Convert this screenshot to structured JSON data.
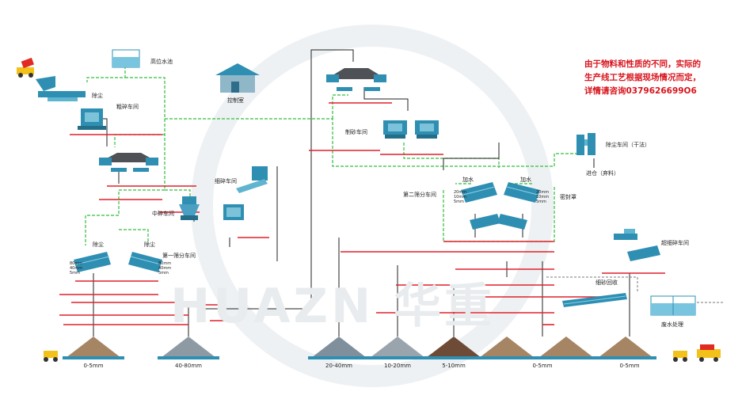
{
  "note": {
    "line1": "由于物料和性质的不同，实际的",
    "line2": "生产线工艺根据现场情况而定，",
    "line3": "详情请咨询0379626699O6"
  },
  "labels": {
    "high_tank": "高位水池",
    "control_room": "控制室",
    "coarse_workshop": "粗碎车间",
    "dust1": "除尘",
    "medium_workshop": "中碎车间",
    "fine_workshop": "细碎车间",
    "dust2": "除尘",
    "dust3": "除尘",
    "screen1_workshop": "第一筛分车间",
    "sand_workshop": "制砂车间",
    "screen2_workshop": "第二筛分车间",
    "add_water1": "加水",
    "add_water2": "加水",
    "sealed_cover": "密封罩",
    "dust_workshop": "除尘车间（干法）",
    "to_bin": "进仓（弃料）",
    "superfine_workshop": "超细碎车间",
    "fine_sand_recovery": "细砂回收",
    "wastewater": "废水处理",
    "s1_80": "80mm",
    "s1_40": "40mm",
    "s1_5": "5mm",
    "s1b_80": "80mm",
    "s1b_40": "40mm",
    "s1b_5": "5mm",
    "s2_20": "20mm",
    "s2_10": "10mm",
    "s2_5": "5mm",
    "s2b_20": "20mm",
    "s2b_10": "10mm",
    "s2b_5": "5mm"
  },
  "piles": [
    {
      "label": "0-5mm",
      "color": "#a68564"
    },
    {
      "label": "40-80mm",
      "color": "#8d9aa4"
    },
    {
      "label": "20-40mm",
      "color": "#7f8f9c"
    },
    {
      "label": "10-20mm",
      "color": "#9aa4ac"
    },
    {
      "label": "5-10mm",
      "color": "#6e4b36"
    },
    {
      "label": "0-5mm",
      "color": "#a68564"
    },
    {
      "label": "0-5mm",
      "color": "#a68564"
    }
  ],
  "watermark": "HUAZN 华重",
  "colors": {
    "red_line": "#e0212b",
    "green_dash": "#2fbf3a",
    "machine": "#2e8fb3",
    "black_line": "#222222"
  }
}
